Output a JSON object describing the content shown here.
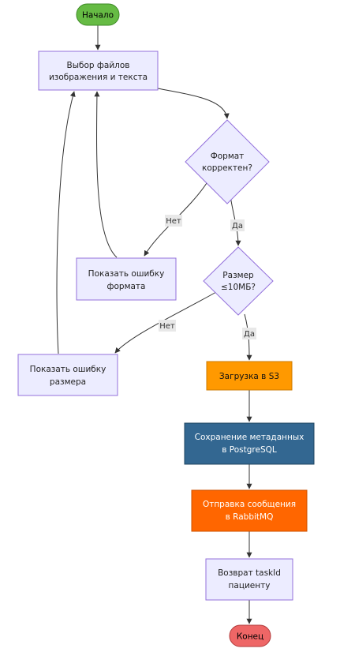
{
  "nodes": {
    "start": {
      "label": "Начало"
    },
    "select_files": {
      "line1": "Выбор файлов",
      "line2": "изображения и текста"
    },
    "format_check": {
      "line1": "Формат",
      "line2": "корректен?"
    },
    "format_error": {
      "line1": "Показать ошибку",
      "line2": "формата"
    },
    "size_check": {
      "line1": "Размер",
      "line2": "≤10МБ?"
    },
    "size_error": {
      "line1": "Показать ошибку",
      "line2": "размера"
    },
    "upload_s3": {
      "label": "Загрузка в S3"
    },
    "save_meta": {
      "line1": "Сохранение метаданных",
      "line2": "в PostgreSQL"
    },
    "send_msg": {
      "line1": "Отправка сообщения",
      "line2": "в RabbitMQ"
    },
    "return_task": {
      "line1": "Возврат taskId",
      "line2": "пациенту"
    },
    "end": {
      "label": "Конец"
    }
  },
  "edges": {
    "format_no": "Нет",
    "format_yes": "Да",
    "size_no": "Нет",
    "size_yes": "Да"
  },
  "colors": {
    "start_fill": "#66bb44",
    "end_fill": "#ee6666",
    "default_fill": "#ececff",
    "default_stroke": "#9370db",
    "s3_fill": "#ff9900",
    "postgres_fill": "#336791",
    "rabbit_fill": "#ff6600",
    "edge": "#333333"
  }
}
